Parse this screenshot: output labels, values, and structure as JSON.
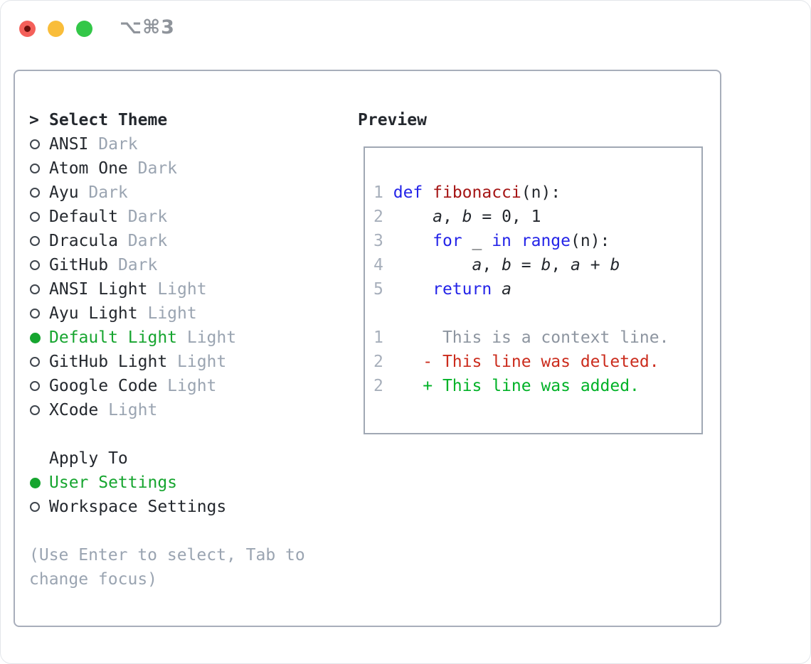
{
  "titlebar": {
    "shortcut": "⌥⌘3",
    "buttons": [
      {
        "name": "close",
        "color_key": "traffic_red"
      },
      {
        "name": "minimize",
        "color_key": "traffic_yellow"
      },
      {
        "name": "zoom",
        "color_key": "traffic_green"
      }
    ]
  },
  "theme_list": {
    "cursor": ">",
    "header": "Select Theme",
    "items": [
      {
        "name": "ANSI",
        "tag": "Dark",
        "selected": false
      },
      {
        "name": "Atom One",
        "tag": "Dark",
        "selected": false
      },
      {
        "name": "Ayu",
        "tag": "Dark",
        "selected": false
      },
      {
        "name": "Default",
        "tag": "Dark",
        "selected": false
      },
      {
        "name": "Dracula",
        "tag": "Dark",
        "selected": false
      },
      {
        "name": "GitHub",
        "tag": "Dark",
        "selected": false
      },
      {
        "name": "ANSI Light",
        "tag": "Light",
        "selected": false
      },
      {
        "name": "Ayu Light",
        "tag": "Light",
        "selected": false
      },
      {
        "name": "Default Light",
        "tag": "Light",
        "selected": true
      },
      {
        "name": "GitHub Light",
        "tag": "Light",
        "selected": false
      },
      {
        "name": "Google Code",
        "tag": "Light",
        "selected": false
      },
      {
        "name": "XCode",
        "tag": "Light",
        "selected": false
      }
    ]
  },
  "apply_to": {
    "header": "Apply To",
    "options": [
      {
        "label": "User Settings",
        "selected": true
      },
      {
        "label": "Workspace Settings",
        "selected": false
      }
    ]
  },
  "help_lines": [
    "(Use Enter to select, Tab to",
    "change focus)"
  ],
  "preview": {
    "title": "Preview",
    "lines": [
      {
        "type": "code",
        "num": "1",
        "segments": [
          {
            "t": "def",
            "c": "kw"
          },
          {
            "t": " ",
            "c": "pl"
          },
          {
            "t": "fibonacci",
            "c": "fn"
          },
          {
            "t": "(n):",
            "c": "pl"
          }
        ]
      },
      {
        "type": "code",
        "num": "2",
        "segments": [
          {
            "t": "    ",
            "c": "pl"
          },
          {
            "t": "a",
            "c": "var"
          },
          {
            "t": ", ",
            "c": "pl"
          },
          {
            "t": "b",
            "c": "var"
          },
          {
            "t": " = 0, 1",
            "c": "pl"
          }
        ]
      },
      {
        "type": "code",
        "num": "3",
        "segments": [
          {
            "t": "    ",
            "c": "pl"
          },
          {
            "t": "for",
            "c": "kw"
          },
          {
            "t": " _ ",
            "c": "pl"
          },
          {
            "t": "in",
            "c": "kw"
          },
          {
            "t": " ",
            "c": "pl"
          },
          {
            "t": "range",
            "c": "kw"
          },
          {
            "t": "(n):",
            "c": "pl"
          }
        ]
      },
      {
        "type": "code",
        "num": "4",
        "segments": [
          {
            "t": "        ",
            "c": "pl"
          },
          {
            "t": "a",
            "c": "var"
          },
          {
            "t": ", ",
            "c": "pl"
          },
          {
            "t": "b",
            "c": "var"
          },
          {
            "t": " = ",
            "c": "pl"
          },
          {
            "t": "b",
            "c": "var"
          },
          {
            "t": ", ",
            "c": "pl"
          },
          {
            "t": "a",
            "c": "var"
          },
          {
            "t": " + ",
            "c": "pl"
          },
          {
            "t": "b",
            "c": "var"
          }
        ]
      },
      {
        "type": "code",
        "num": "5",
        "segments": [
          {
            "t": "    ",
            "c": "pl"
          },
          {
            "t": "return",
            "c": "kw"
          },
          {
            "t": " ",
            "c": "pl"
          },
          {
            "t": "a",
            "c": "var"
          }
        ]
      },
      {
        "type": "blank"
      },
      {
        "type": "diff",
        "num": "1",
        "kind": "context",
        "text": "     This is a context line."
      },
      {
        "type": "diff",
        "num": "2",
        "kind": "deleted",
        "text": "   - This line was deleted."
      },
      {
        "type": "diff",
        "num": "2",
        "kind": "added",
        "text": "   + This line was added."
      }
    ]
  },
  "colors": {
    "text": "#24282e",
    "muted": "#9aa4b1",
    "line_number": "#a7afbb",
    "border": "#a8aebb",
    "preview_border": "#a0a8b4",
    "circle_outline": "#40464e",
    "green": "#16a52f",
    "diff_added": "#00b227",
    "diff_deleted": "#cb2c1d",
    "keyword": "#2424e8",
    "function_name": "#a51515",
    "context": "#8d95a0",
    "shortcut": "#8f949b",
    "traffic_red": "#f4605a",
    "traffic_red_dot": "#6b100c",
    "traffic_yellow": "#f9bd3a",
    "traffic_green": "#33c748"
  }
}
